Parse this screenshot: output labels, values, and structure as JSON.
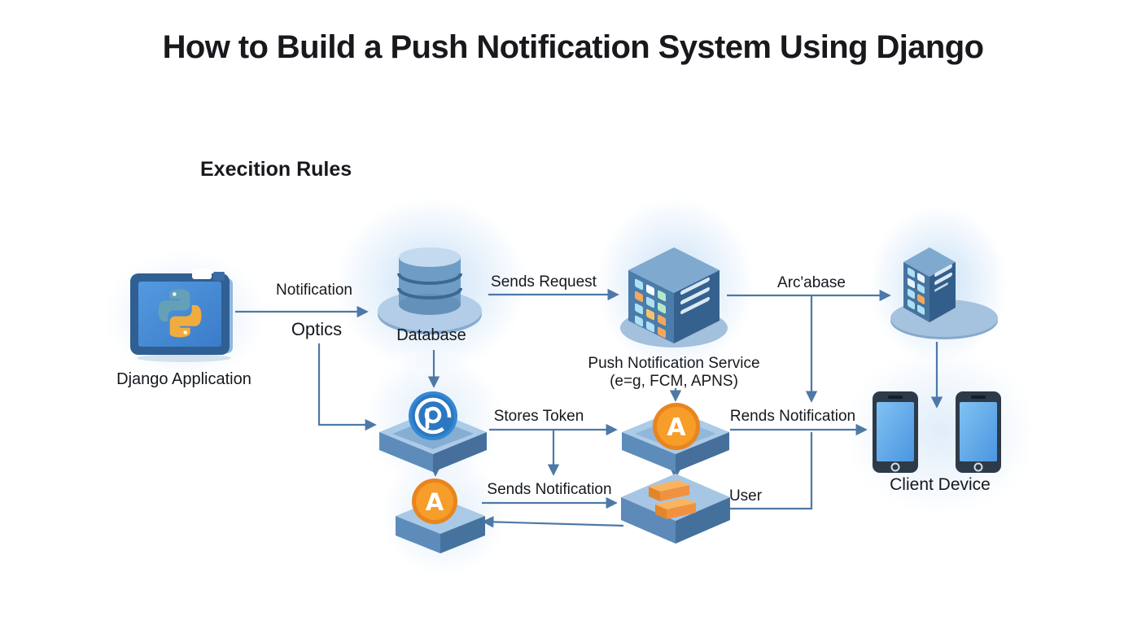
{
  "title": "How to Build a Push Notification System Using Django",
  "section_label": "Execition Rules",
  "nodes": {
    "django_app": {
      "label": "Django Application"
    },
    "database": {
      "label": "Database"
    },
    "push_service": {
      "label": "Push Notification Service",
      "sublabel": "(e=g, FCM, APNS)"
    },
    "client_device": {
      "label": "Client Device"
    }
  },
  "edge_labels": {
    "notification": "Notification",
    "optics": "Optics",
    "sends_request": "Sends Request",
    "arcabase": "Arc'abase",
    "stores_token": "Stores Token",
    "rends_notification": "Rends Notification",
    "sends_notification": "Sends Notification",
    "user": "User"
  },
  "icons": {
    "django_app": "python-tablet-icon",
    "database": "database-cylinder-icon",
    "push_service": "server-building-icon",
    "relay": "server-building-icon",
    "token_store": "p-badge-platform-icon",
    "push_sender": "a-badge-platform-icon",
    "notifier": "a-badge-icon",
    "user_tray": "tray-platform-icon",
    "client_device": "smartphone-icon"
  },
  "colors": {
    "arrow": "#4e78a6",
    "badge_blue": "#2e7fca",
    "badge_orange": "#f2941f",
    "screen_blue": "#4a96e0",
    "text": "#17191d"
  }
}
